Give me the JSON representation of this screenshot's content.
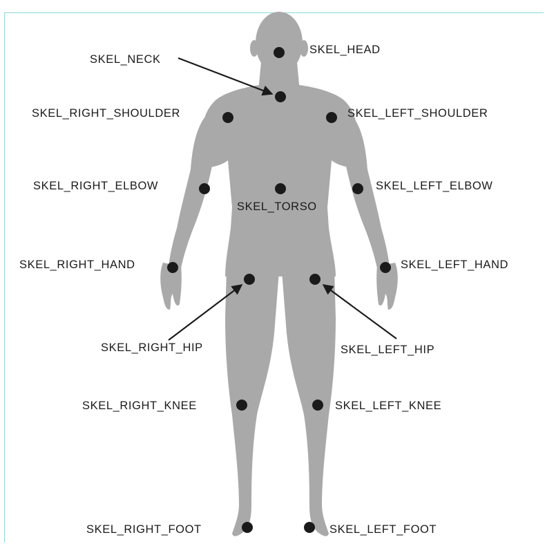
{
  "colors": {
    "silhouette": "#a9a9a9",
    "joint": "#1a1a1a",
    "label": "#1a1a1a",
    "frame": "#8fd6d6"
  },
  "joints": {
    "head": "SKEL_HEAD",
    "neck": "SKEL_NECK",
    "right_shoulder": "SKEL_RIGHT_SHOULDER",
    "left_shoulder": "SKEL_LEFT_SHOULDER",
    "right_elbow": "SKEL_RIGHT_ELBOW",
    "left_elbow": "SKEL_LEFT_ELBOW",
    "torso": "SKEL_TORSO",
    "right_hand": "SKEL_RIGHT_HAND",
    "left_hand": "SKEL_LEFT_HAND",
    "right_hip": "SKEL_RIGHT_HIP",
    "left_hip": "SKEL_LEFT_HIP",
    "right_knee": "SKEL_RIGHT_KNEE",
    "left_knee": "SKEL_LEFT_KNEE",
    "right_foot": "SKEL_RIGHT_FOOT",
    "left_foot": "SKEL_LEFT_FOOT"
  }
}
